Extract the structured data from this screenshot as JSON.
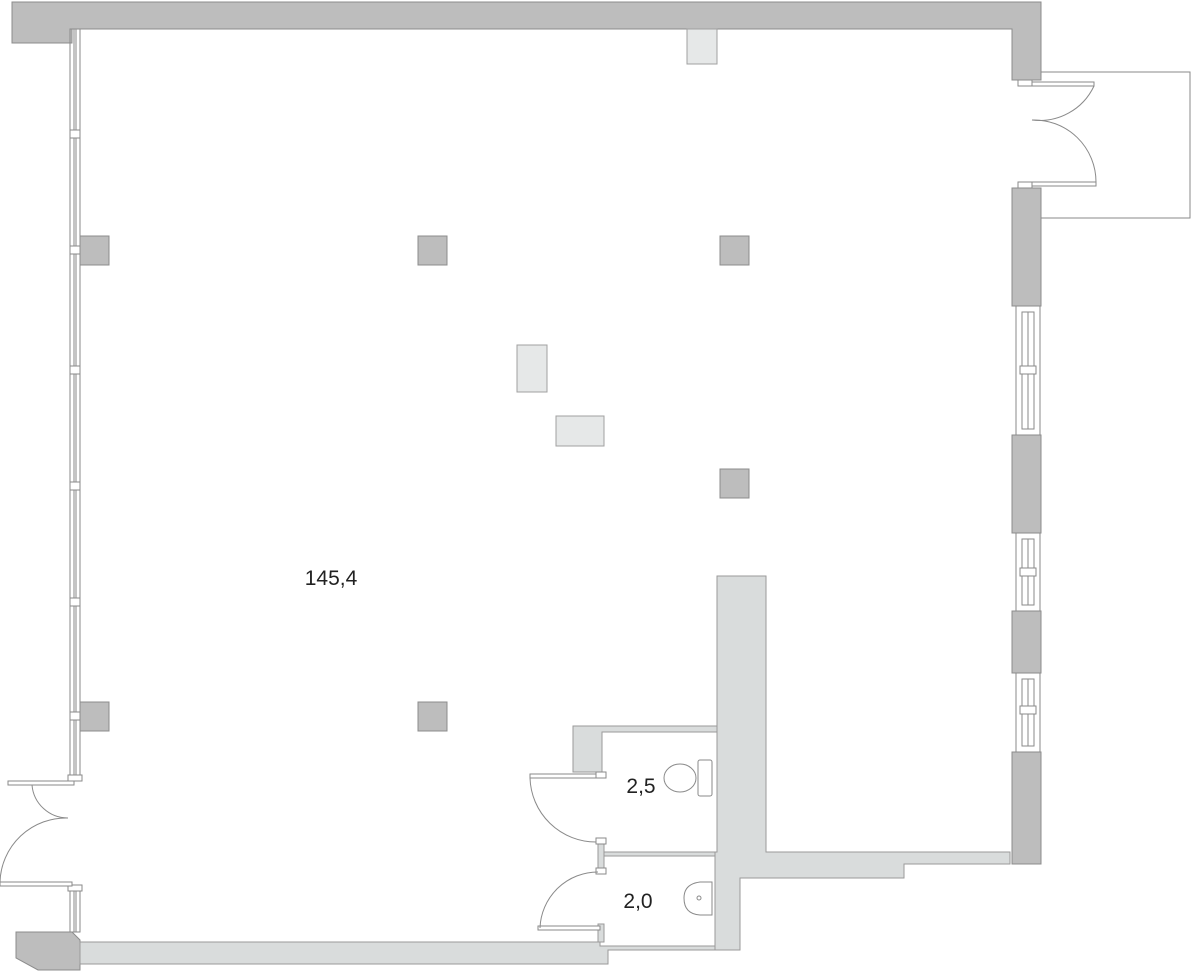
{
  "floorplan": {
    "rooms": [
      {
        "id": "main-hall",
        "area": "145,4"
      },
      {
        "id": "wc-1",
        "area": "2,5"
      },
      {
        "id": "wc-2",
        "area": "2,0"
      }
    ]
  },
  "colors": {
    "wall_dark": "#bdbdbd",
    "wall_light": "#d9dcdc",
    "wall_stroke": "#8c8c8c",
    "fixture_light": "#e6e8e8",
    "line": "#8a8a8a",
    "background": "#ffffff"
  }
}
